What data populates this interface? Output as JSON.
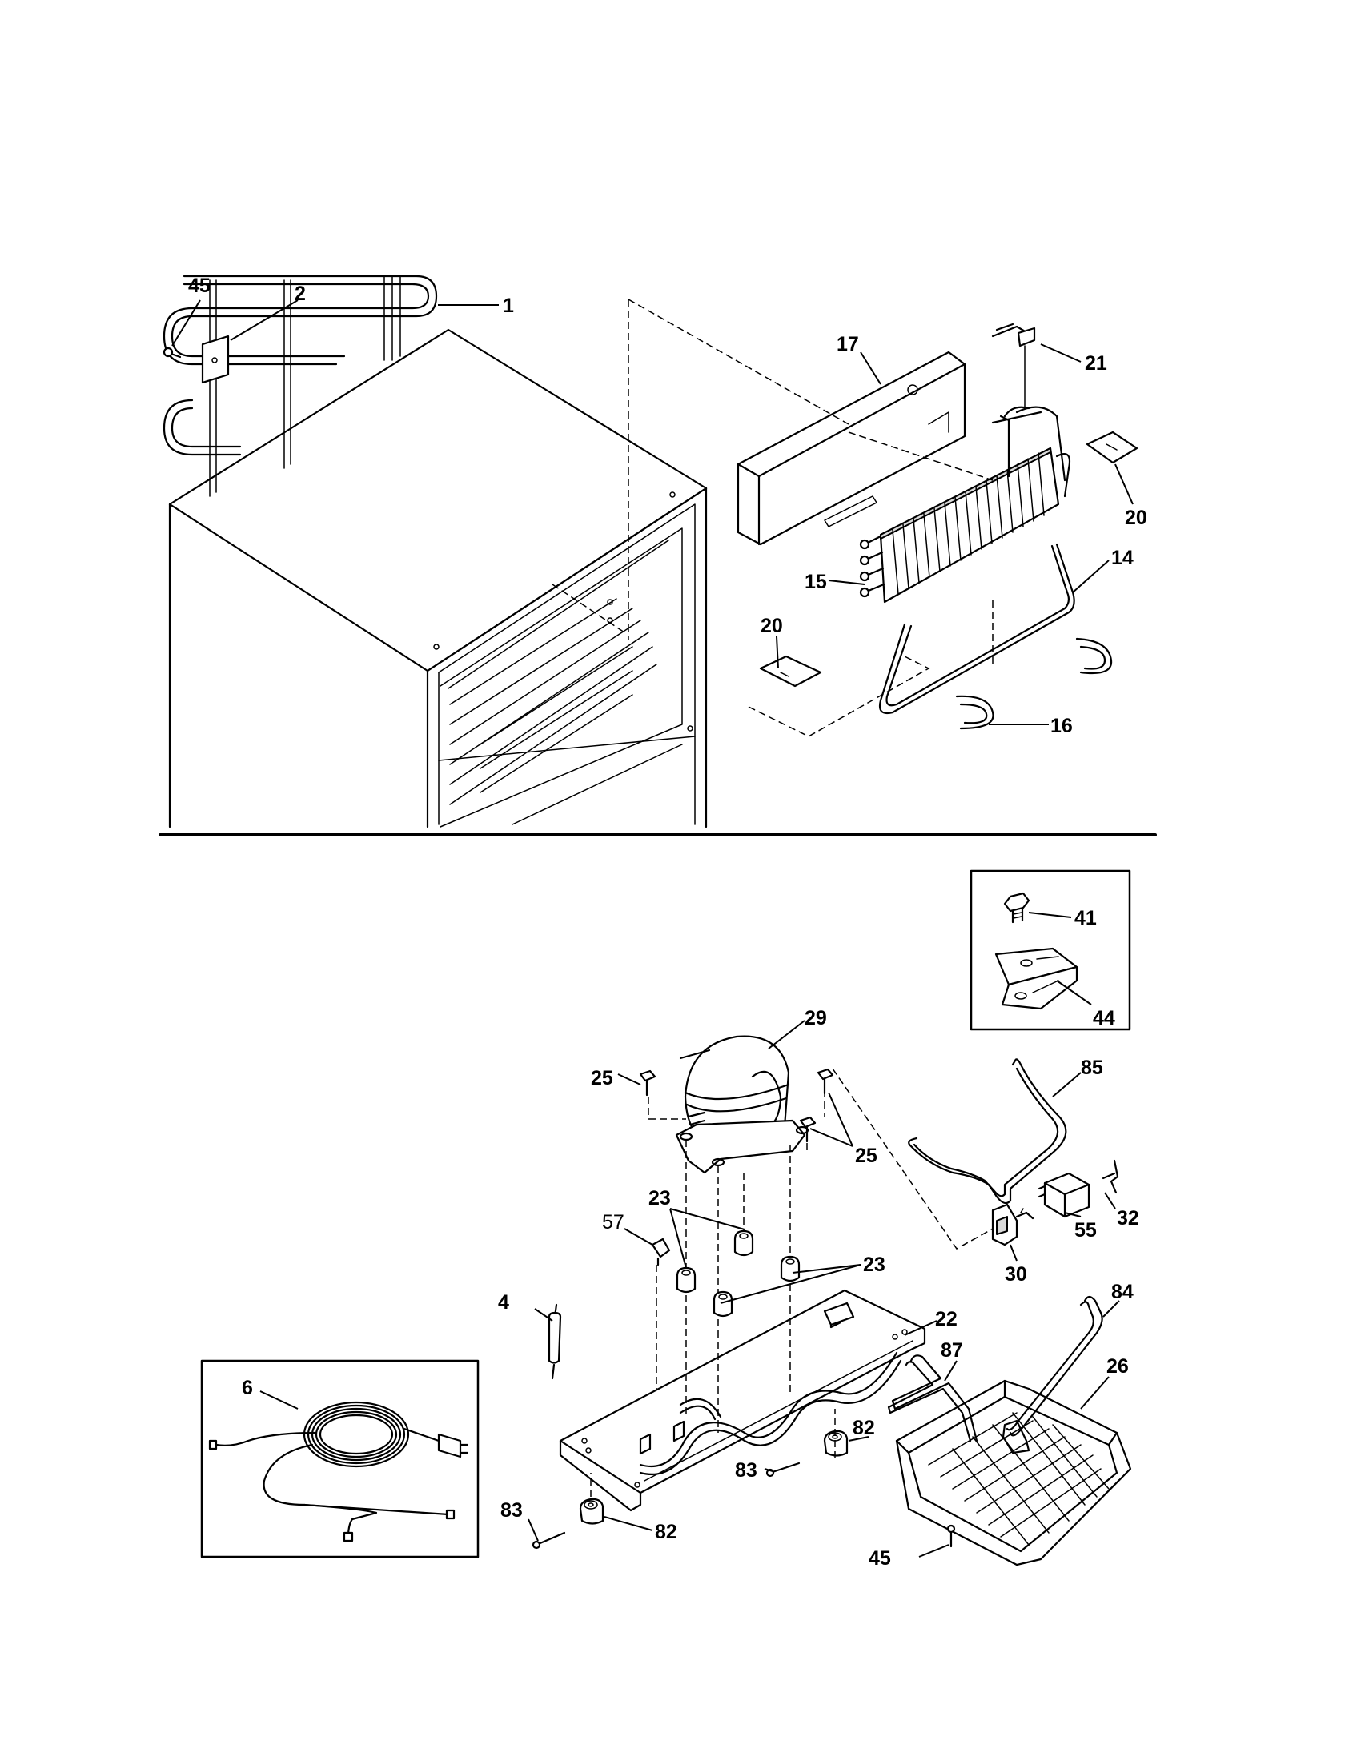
{
  "callouts": {
    "c45a": "45",
    "c2": "2",
    "c1": "1",
    "c17": "17",
    "c21": "21",
    "c20a": "20",
    "c14": "14",
    "c15": "15",
    "c20b": "20",
    "c16": "16",
    "c41": "41",
    "c44": "44",
    "c29": "29",
    "c25a": "25",
    "c25b": "25",
    "c85": "85",
    "c23a": "23",
    "c57": "57",
    "c23b": "23",
    "c32": "32",
    "c55": "55",
    "c30": "30",
    "c84": "84",
    "c4": "4",
    "c22": "22",
    "c26": "26",
    "c87": "87",
    "c6": "6",
    "c82a": "82",
    "c83a": "83",
    "c83b": "83",
    "c82b": "82",
    "c45b": "45"
  }
}
